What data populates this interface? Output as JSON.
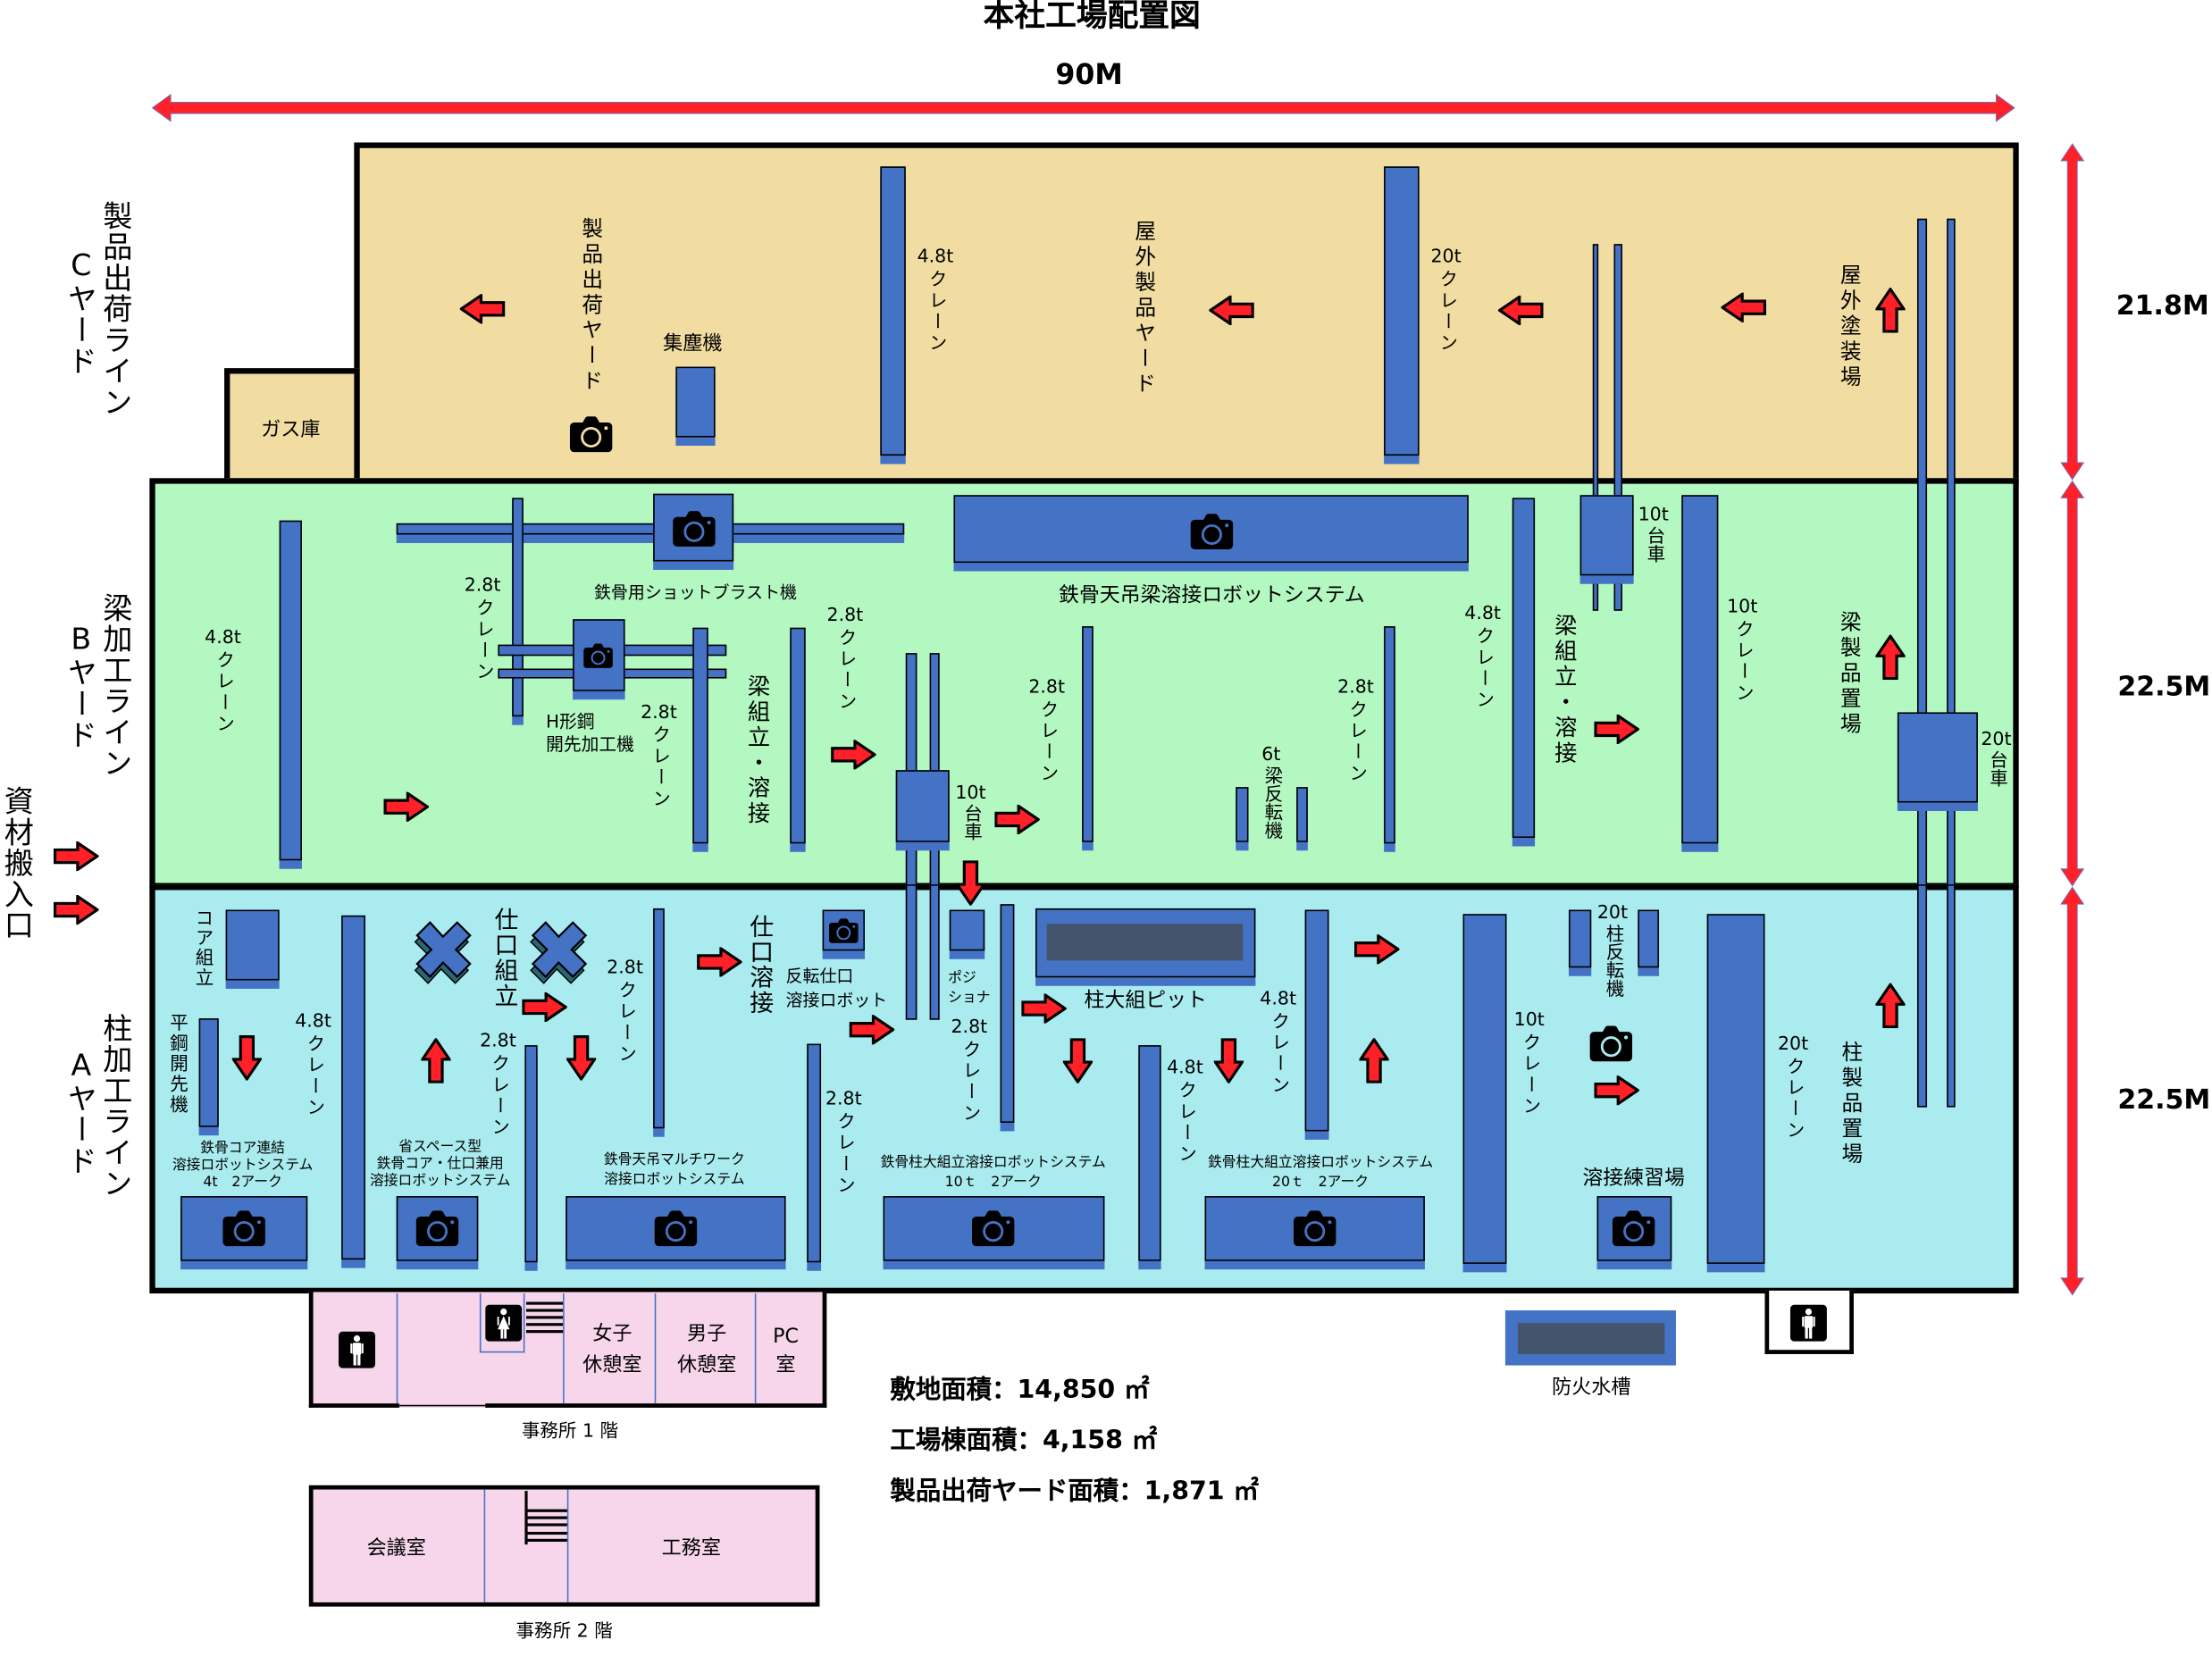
{
  "title": "本社工場配置図",
  "dimensions": {
    "width": "90M",
    "c_height": "21.8M",
    "b_height": "22.5M",
    "a_height": "22.5M"
  },
  "yard_labels": {
    "c": {
      "line": "製品出荷ライン",
      "yard": "Cヤード"
    },
    "b": {
      "line": "梁加工ライン",
      "yard": "Bヤード"
    },
    "a": {
      "line": "柱加工ライン",
      "yard": "Aヤード"
    }
  },
  "material_entrance": "資材搬入口",
  "colors": {
    "c_yard": "#F1DCA2",
    "b_yard": "#B3F7C1",
    "a_yard": "#AAEBEF",
    "equipment": "#4472C4",
    "arrow": "#FF2127",
    "office": "#F7D6EC",
    "pit": "#44546A"
  },
  "icons": {
    "camera": "camera-icon",
    "flow_arrow": "flow-arrow-icon",
    "restroom_male": "restroom-male-icon",
    "restroom_female": "restroom-female-icon",
    "jig": "x-jig-icon",
    "stairs": "stairs-icon"
  },
  "c_yard": {
    "gas_storage": "ガス庫",
    "shipping_yard": "製品出荷ヤード",
    "dust_collector": "集塵機",
    "outdoor_product_yard": "屋外製品ヤード",
    "outdoor_painting": "屋外塗装場",
    "cranes": [
      {
        "capacity": "4.8t",
        "label": "クレーン"
      },
      {
        "capacity": "20t",
        "label": "クレーン"
      }
    ]
  },
  "b_yard": {
    "shot_blast": "鉄骨用ショットブラスト機",
    "h_beam_machine": [
      "H形鋼",
      "開先加工機"
    ],
    "beam_assembly": "梁組立・溶接",
    "beam_robot": "鉄骨天吊梁溶接ロボットシステム",
    "beam_turner": {
      "capacity": "6t",
      "label": "梁反転機"
    },
    "beam_storage": "梁製品置場",
    "carts": [
      {
        "capacity": "10t",
        "label": "台車"
      },
      {
        "capacity": "10t",
        "label": "台車"
      },
      {
        "capacity": "20t",
        "label": "台車"
      }
    ],
    "cranes": [
      {
        "capacity": "4.8t",
        "label": "クレーン"
      },
      {
        "capacity": "2.8t",
        "label": "クレーン"
      },
      {
        "capacity": "2.8t",
        "label": "クレーン"
      },
      {
        "capacity": "2.8t",
        "label": "クレーン"
      },
      {
        "capacity": "2.8t",
        "label": "クレーン"
      },
      {
        "capacity": "2.8t",
        "label": "クレーン"
      },
      {
        "capacity": "4.8t",
        "label": "クレーン"
      },
      {
        "capacity": "10t",
        "label": "クレーン"
      }
    ]
  },
  "a_yard": {
    "core_assembly": "コア組立",
    "flat_steel": "平鋼開先機",
    "joint_assembly": "仕口組立",
    "joint_welding": "仕口溶接",
    "rev_joint_robot": [
      "反転仕口",
      "溶接ロボット"
    ],
    "positioner": [
      "ポジ",
      "ショナ"
    ],
    "column_pit": "柱大組ピット",
    "column_turner": {
      "capacity": "20t",
      "label": "柱反転機"
    },
    "welding_practice": "溶接練習場",
    "column_storage": "柱製品置場",
    "robots": [
      {
        "lines": [
          "鉄骨コア連結",
          "溶接ロボットシステム",
          "4t　2アーク"
        ]
      },
      {
        "lines": [
          "省スペース型",
          "鉄骨コア・仕口兼用",
          "溶接ロボットシステム"
        ]
      },
      {
        "lines": [
          "鉄骨天吊マルチワーク",
          "溶接ロボットシステム"
        ]
      },
      {
        "lines": [
          "鉄骨柱大組立溶接ロボットシステム",
          "10ｔ　2アーク"
        ]
      },
      {
        "lines": [
          "鉄骨柱大組立溶接ロボットシステム",
          "20ｔ　2アーク"
        ]
      }
    ],
    "cranes": [
      {
        "capacity": "4.8t",
        "label": "クレーン"
      },
      {
        "capacity": "2.8t",
        "label": "クレーン"
      },
      {
        "capacity": "2.8t",
        "label": "クレーン"
      },
      {
        "capacity": "2.8t",
        "label": "クレーン"
      },
      {
        "capacity": "2.8t",
        "label": "クレーン"
      },
      {
        "capacity": "4.8t",
        "label": "クレーン"
      },
      {
        "capacity": "4.8t",
        "label": "クレーン"
      },
      {
        "capacity": "10t",
        "label": "クレーン"
      },
      {
        "capacity": "20t",
        "label": "クレーン"
      }
    ]
  },
  "offices": {
    "floor1": {
      "caption": "事務所 1 階",
      "rooms": [
        [
          "女子",
          "休憩室"
        ],
        [
          "男子",
          "休憩室"
        ],
        [
          "PC",
          "室"
        ]
      ]
    },
    "floor2": {
      "caption": "事務所 2 階",
      "rooms": [
        "会議室",
        "工務室"
      ]
    }
  },
  "fire_tank": "防火水槽",
  "stats": [
    "敷地面積：14,850 ㎡",
    "工場棟面積：4,158 ㎡",
    "製品出荷ヤード面積：1,871 ㎡"
  ]
}
